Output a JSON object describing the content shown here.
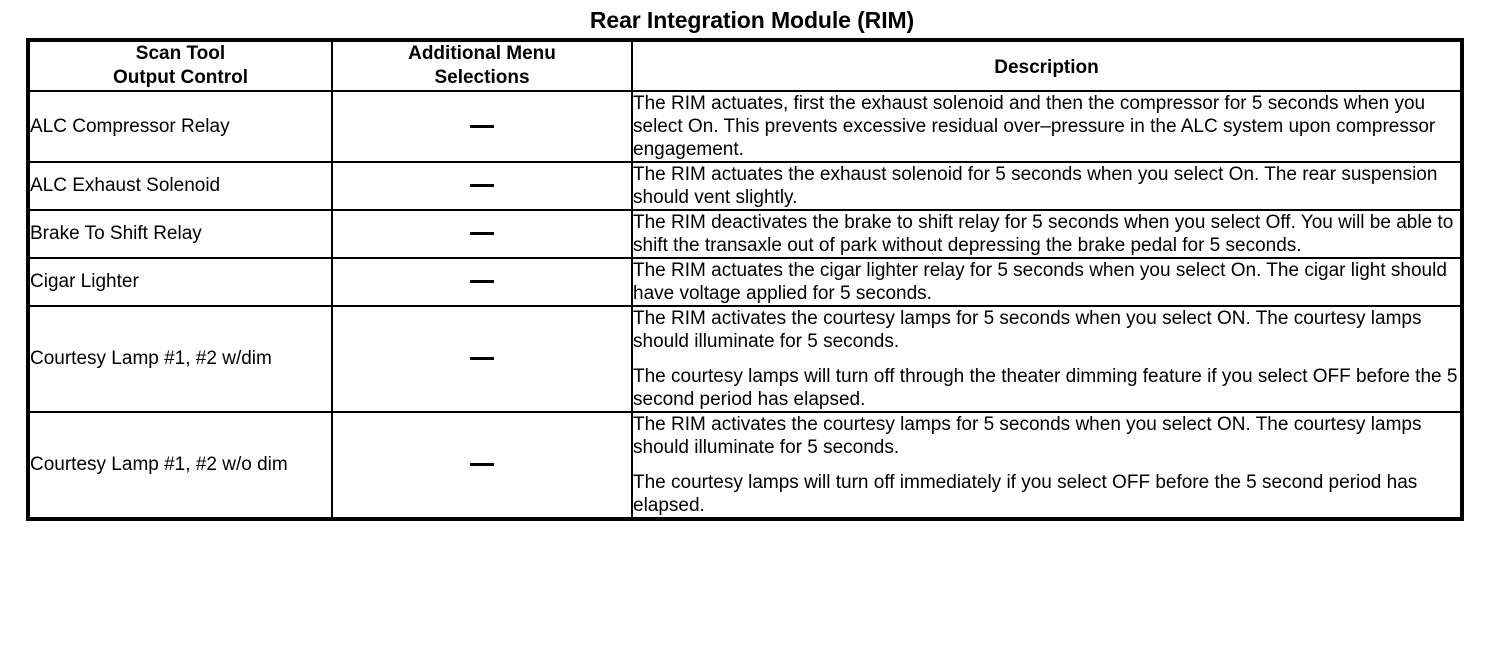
{
  "document": {
    "title": "Rear Integration Module (RIM)"
  },
  "table": {
    "headers": {
      "col1_line1": "Scan Tool",
      "col1_line2": "Output Control",
      "col2_line1": "Additional Menu",
      "col2_line2": "Selections",
      "col3": "Description"
    },
    "dash_symbol": "—",
    "rows": [
      {
        "control": "ALC Compressor Relay",
        "menu": "—",
        "description": [
          "The RIM actuates, first the exhaust solenoid and then the compressor for 5 seconds when you select On. This prevents excessive residual over–pressure in the ALC system upon compressor engagement."
        ]
      },
      {
        "control": "ALC Exhaust Solenoid",
        "menu": "—",
        "description": [
          "The RIM actuates the exhaust solenoid for 5 seconds when you select On. The rear suspension should vent slightly."
        ]
      },
      {
        "control": "Brake To Shift Relay",
        "menu": "—",
        "description": [
          "The RIM deactivates the brake to shift relay for 5 seconds when you select Off. You will be able to shift the transaxle out of park without depressing the brake pedal for 5 seconds."
        ]
      },
      {
        "control": "Cigar Lighter",
        "menu": "—",
        "description": [
          "The RIM actuates the cigar lighter relay for 5 seconds when you select On. The cigar light should have voltage applied for 5 seconds."
        ]
      },
      {
        "control": "Courtesy Lamp #1, #2 w/dim",
        "menu": "—",
        "description": [
          "The RIM activates the courtesy lamps for 5 seconds when you select ON. The courtesy lamps should illuminate for 5 seconds.",
          "The courtesy lamps will turn off through the theater dimming feature if you select OFF before the 5 second period has elapsed."
        ]
      },
      {
        "control": "Courtesy Lamp #1, #2 w/o dim",
        "menu": "—",
        "description": [
          "The RIM activates the courtesy lamps for 5 seconds when you select ON. The courtesy lamps should illuminate for 5 seconds.",
          "The courtesy lamps will turn off immediately if you select OFF before the 5 second period has elapsed."
        ]
      }
    ]
  }
}
